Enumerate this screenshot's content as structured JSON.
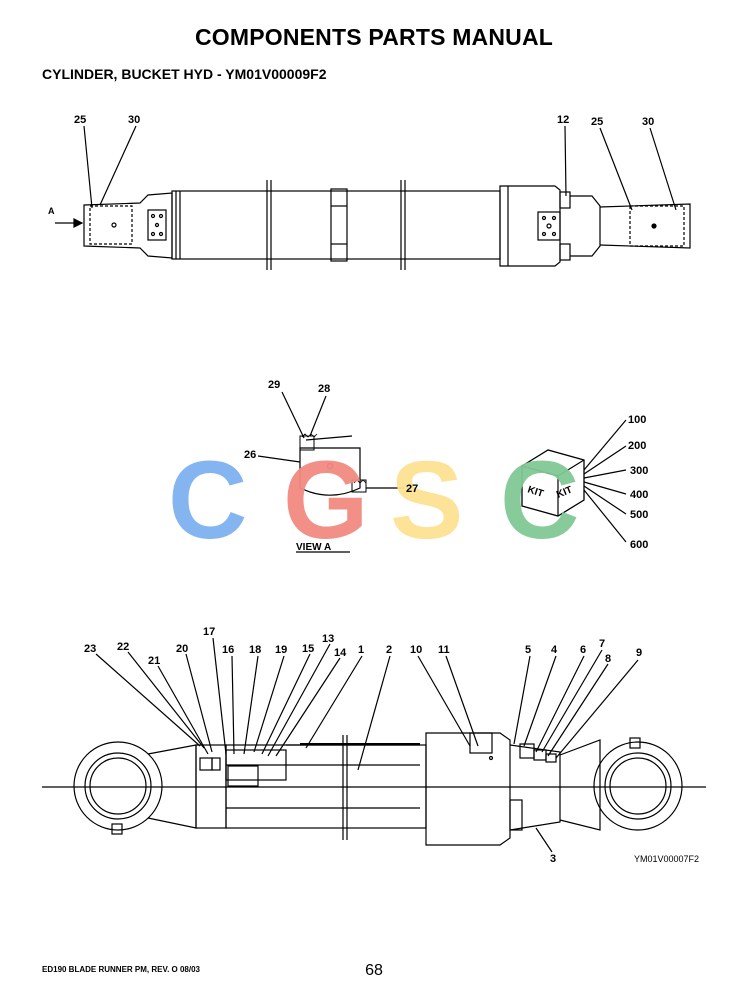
{
  "header": {
    "title": "COMPONENTS PARTS MANUAL",
    "subtitle": "CYLINDER, BUCKET HYD - YM01V00009F2"
  },
  "top_view": {
    "view_arrow_label": "A",
    "callouts": [
      "25",
      "30",
      "12",
      "25",
      "30"
    ]
  },
  "view_a": {
    "label": "VIEW A",
    "callouts": [
      "29",
      "28",
      "26",
      "27"
    ]
  },
  "kit": {
    "box_text": [
      "KIT",
      "KIT"
    ],
    "numbers": [
      "100",
      "200",
      "300",
      "400",
      "500",
      "600"
    ]
  },
  "watermark": {
    "letters": [
      "C",
      "G",
      "S",
      "C"
    ],
    "colors": [
      "#7fb2f0",
      "#f28b82",
      "#fde293",
      "#81c995"
    ]
  },
  "bottom_view": {
    "callouts": [
      "23",
      "22",
      "21",
      "20",
      "17",
      "16",
      "18",
      "19",
      "15",
      "13",
      "14",
      "1",
      "2",
      "10",
      "11",
      "5",
      "4",
      "6",
      "7",
      "8",
      "9",
      "3"
    ],
    "drawing_code": "YM01V00007F2"
  },
  "footer": {
    "left_text": "ED190 BLADE RUNNER PM, REV. O 08/03",
    "page_number": "68"
  }
}
